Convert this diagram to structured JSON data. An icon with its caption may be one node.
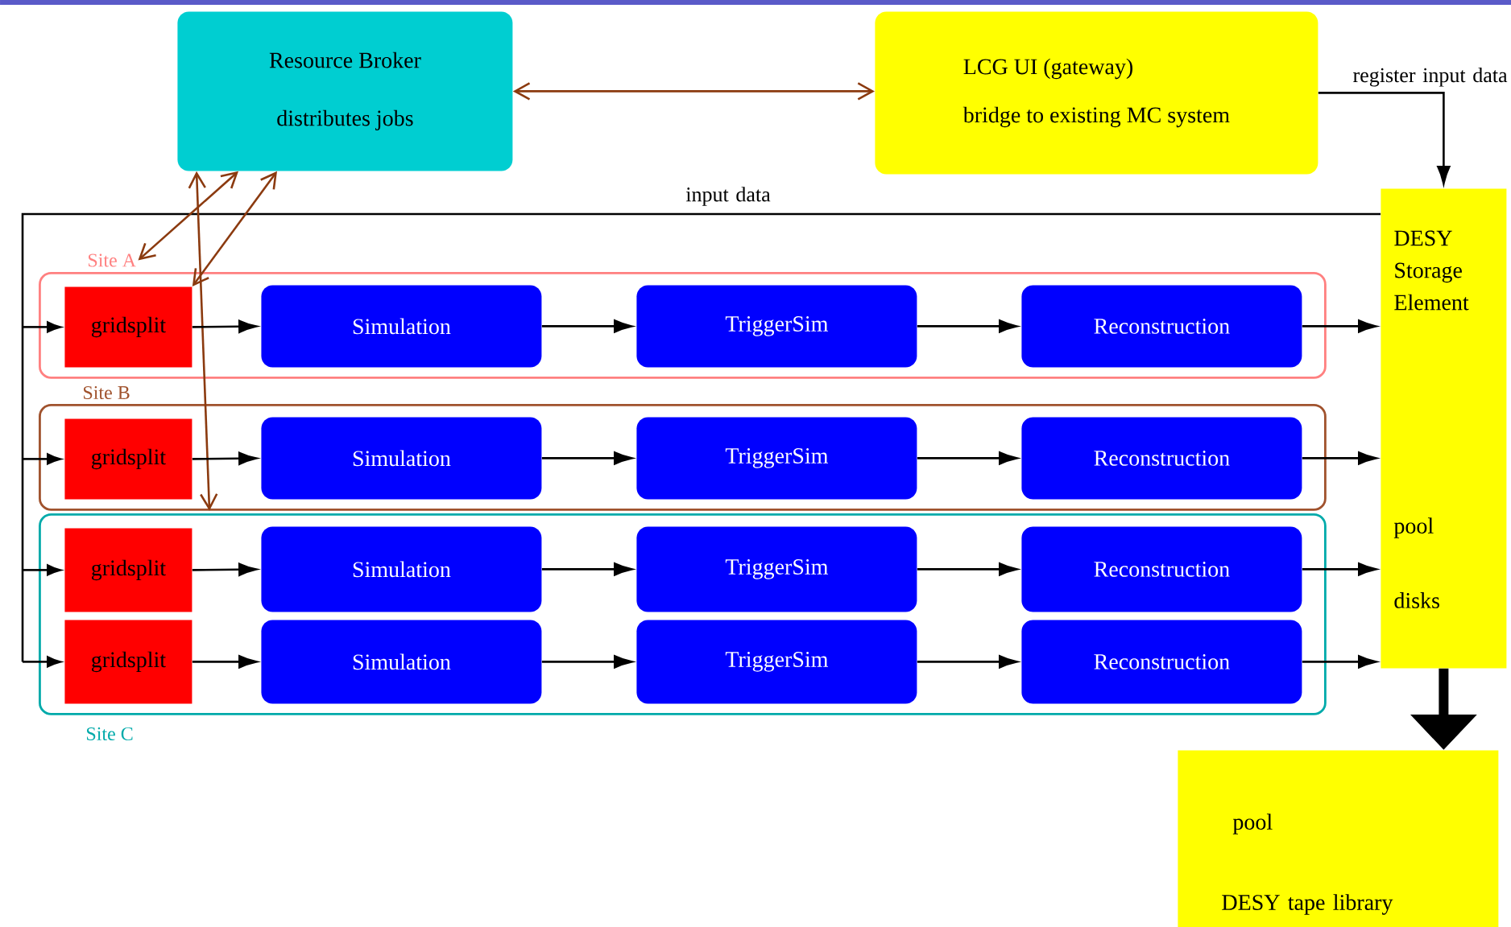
{
  "diagram": {
    "nodes": [
      {
        "text": [
          "Resource Broker",
          "distributes jobs"
        ]
      },
      {
        "text": [
          "LCG UI (gateway)",
          "bridge to existing MC system"
        ]
      },
      {
        "text": [
          "DESY Storage Element",
          "pool",
          "disks"
        ]
      },
      {
        "text": [
          "Site A"
        ]
      },
      {
        "text": [
          "gridsplit"
        ],
        "in": 3
      },
      {
        "text": [
          "Simulation"
        ],
        "in": 3
      },
      {
        "text": [
          "TriggerSim"
        ],
        "in": 3
      },
      {
        "text": [
          "Reconstruction"
        ],
        "in": 3
      },
      {
        "text": [
          "Site B"
        ]
      },
      {
        "text": [
          "gridsplit"
        ],
        "in": 8
      },
      {
        "text": [
          "Simulation"
        ],
        "in": 8
      },
      {
        "text": [
          "TriggerSim"
        ],
        "in": 8
      },
      {
        "text": [
          "Reconstruction"
        ],
        "in": 8
      },
      {
        "text": [
          "Site C"
        ]
      },
      {
        "text": [
          "gridsplit"
        ],
        "in": 13
      },
      {
        "text": [
          "Simulation"
        ],
        "in": 13
      },
      {
        "text": [
          "TriggerSim"
        ],
        "in": 13
      },
      {
        "text": [
          "Reconstruction"
        ],
        "in": 13
      },
      {
        "text": [
          "gridsplit"
        ],
        "in": 13
      },
      {
        "text": [
          "Simulation"
        ],
        "in": 13
      },
      {
        "text": [
          "TriggerSim"
        ],
        "in": 13
      },
      {
        "text": [
          "Reconstruction"
        ],
        "in": 13
      },
      {
        "text": [
          "pool",
          "DESY tape library"
        ]
      }
    ],
    "edges": [
      {
        "from": 0,
        "to": 1,
        "arrow": "both",
        "color": "#8b3a0f"
      },
      {
        "from": 1,
        "to": 2,
        "arrow": "to",
        "label": "register input data"
      },
      {
        "from": 2,
        "to": 4,
        "arrow": "to",
        "label": "input data"
      },
      {
        "from": 2,
        "to": 9,
        "arrow": "to"
      },
      {
        "from": 2,
        "to": 14,
        "arrow": "to"
      },
      {
        "from": 2,
        "to": 18,
        "arrow": "to"
      },
      {
        "from": 0,
        "to": 3,
        "arrow": "both",
        "color": "#8b3a0f"
      },
      {
        "from": 0,
        "to": 4,
        "arrow": "both",
        "color": "#8b3a0f"
      },
      {
        "from": 0,
        "to": 8,
        "arrow": "both",
        "color": "#8b3a0f"
      },
      {
        "from": 4,
        "to": 5,
        "arrow": "to"
      },
      {
        "from": 5,
        "to": 6,
        "arrow": "to"
      },
      {
        "from": 6,
        "to": 7,
        "arrow": "to"
      },
      {
        "from": 7,
        "to": 2,
        "arrow": "to"
      },
      {
        "from": 9,
        "to": 10,
        "arrow": "to"
      },
      {
        "from": 10,
        "to": 11,
        "arrow": "to"
      },
      {
        "from": 11,
        "to": 12,
        "arrow": "to"
      },
      {
        "from": 12,
        "to": 2,
        "arrow": "to"
      },
      {
        "from": 14,
        "to": 15,
        "arrow": "to"
      },
      {
        "from": 15,
        "to": 16,
        "arrow": "to"
      },
      {
        "from": 16,
        "to": 17,
        "arrow": "to"
      },
      {
        "from": 17,
        "to": 2,
        "arrow": "to"
      },
      {
        "from": 18,
        "to": 19,
        "arrow": "to"
      },
      {
        "from": 19,
        "to": 20,
        "arrow": "to"
      },
      {
        "from": 20,
        "to": 21,
        "arrow": "to"
      },
      {
        "from": 21,
        "to": 2,
        "arrow": "to"
      },
      {
        "from": 2,
        "to": 22,
        "arrow": "to",
        "style": "thick"
      }
    ]
  }
}
